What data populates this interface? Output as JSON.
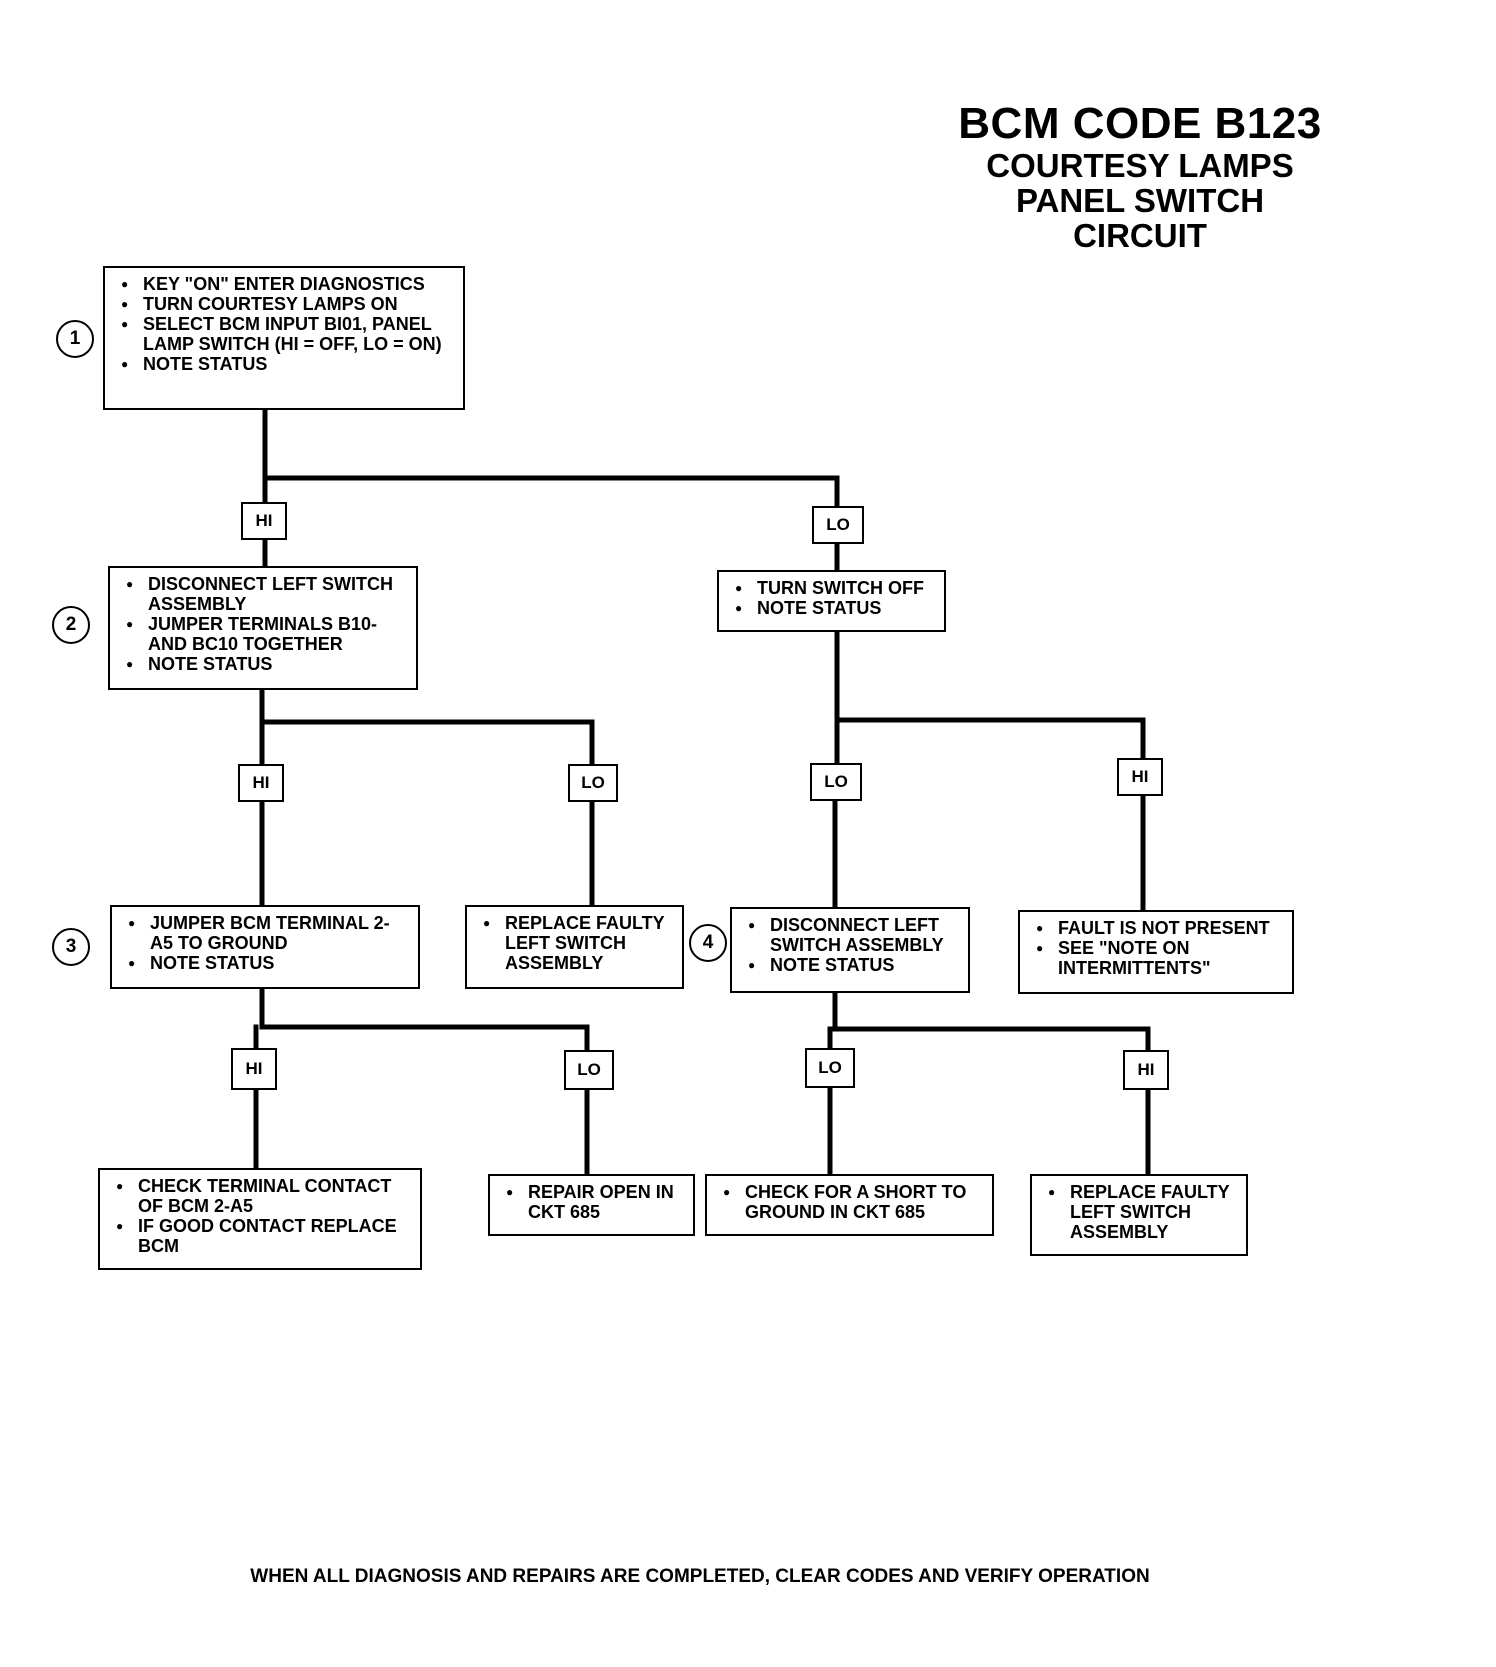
{
  "title": {
    "main": "BCM CODE B123",
    "sub_lines": [
      "COURTESY LAMPS",
      "PANEL SWITCH",
      "CIRCUIT"
    ]
  },
  "steps": [
    "1",
    "2",
    "3",
    "4"
  ],
  "labels": {
    "hi": "HI",
    "lo": "LO"
  },
  "boxes": {
    "b1": [
      "KEY \"ON\" ENTER DIAGNOSTICS",
      "TURN COURTESY LAMPS ON",
      "SELECT BCM INPUT BI01, PANEL LAMP SWITCH (HI = OFF, LO = ON)",
      "NOTE STATUS"
    ],
    "b2": [
      "DISCONNECT LEFT SWITCH ASSEMBLY",
      "JUMPER TERMINALS B10- AND BC10 TOGETHER",
      "NOTE STATUS"
    ],
    "b2r": [
      "TURN SWITCH OFF",
      "NOTE STATUS"
    ],
    "b3": [
      "JUMPER BCM TERMINAL 2-A5 TO GROUND",
      "NOTE STATUS"
    ],
    "b3r": [
      "REPLACE FAULTY LEFT SWITCH ASSEMBLY"
    ],
    "b4": [
      "DISCONNECT LEFT SWITCH ASSEMBLY",
      "NOTE STATUS"
    ],
    "b4r": [
      "FAULT IS NOT PRESENT",
      "SEE \"NOTE ON INTERMITTENTS\""
    ],
    "b5a": [
      "CHECK TERMINAL CONTACT OF BCM 2-A5",
      "IF GOOD CONTACT REPLACE BCM"
    ],
    "b5b": [
      "REPAIR OPEN IN CKT 685"
    ],
    "b5c": [
      "CHECK FOR A SHORT TO GROUND IN CKT 685"
    ],
    "b5d": [
      "REPLACE FAULTY LEFT SWITCH ASSEMBLY"
    ]
  },
  "footer": "WHEN ALL DIAGNOSIS AND REPAIRS ARE COMPLETED, CLEAR CODES AND VERIFY OPERATION"
}
